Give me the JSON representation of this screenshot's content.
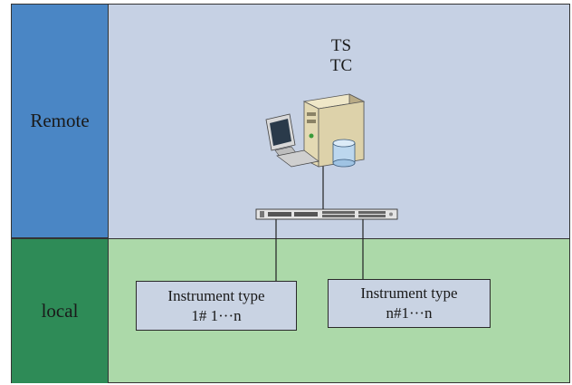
{
  "zones": {
    "remote": {
      "label": "Remote",
      "label_color": "#4a86c5",
      "area_color": "#c6d1e4"
    },
    "local": {
      "label": "local",
      "label_color": "#2e8b57",
      "area_color": "#acd9a9"
    }
  },
  "server": {
    "line1": "TS",
    "line2": "TC",
    "icon": "server-computer-icon"
  },
  "switch": {
    "icon": "network-switch-icon"
  },
  "instruments": [
    {
      "line1": "Instrument type",
      "line2": "1# 1···n"
    },
    {
      "line1": "Instrument type",
      "line2": "n#1···n"
    }
  ]
}
